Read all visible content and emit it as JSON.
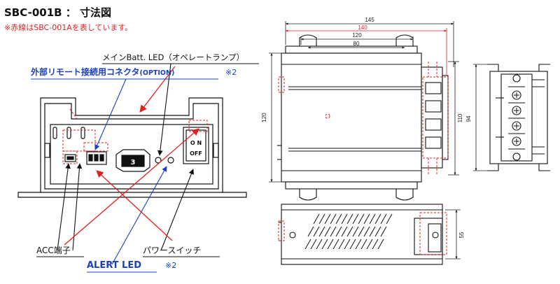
{
  "title": "SBC-001B ： 寸法図",
  "note_red": "※赤線はSBC-001Aを表しています。",
  "labels": {
    "main_batt_led": "メインBatt. LED（オペレートランプ）",
    "ext_remote_main": "外部リモート接続用コネクタ",
    "ext_remote_option": "(OPTION)",
    "ext_remote_note": "※2",
    "acc_terminal": "ACC端子",
    "power_switch": "パワースイッチ",
    "alert_led": "ALERT LED",
    "alert_led_note": "※2"
  },
  "front_panel": {
    "knob_number": "3",
    "switch_on": "O N",
    "switch_off": "OFF"
  },
  "dimensions": {
    "d145": "145",
    "d140": "140",
    "d120_top": "120",
    "d80": "80",
    "d120_side": "120",
    "d110": "110",
    "d94": "94",
    "d55": "55"
  },
  "colors": {
    "blue_label": "#1a3fc4",
    "red_line": "#e02020",
    "black": "#111111"
  }
}
